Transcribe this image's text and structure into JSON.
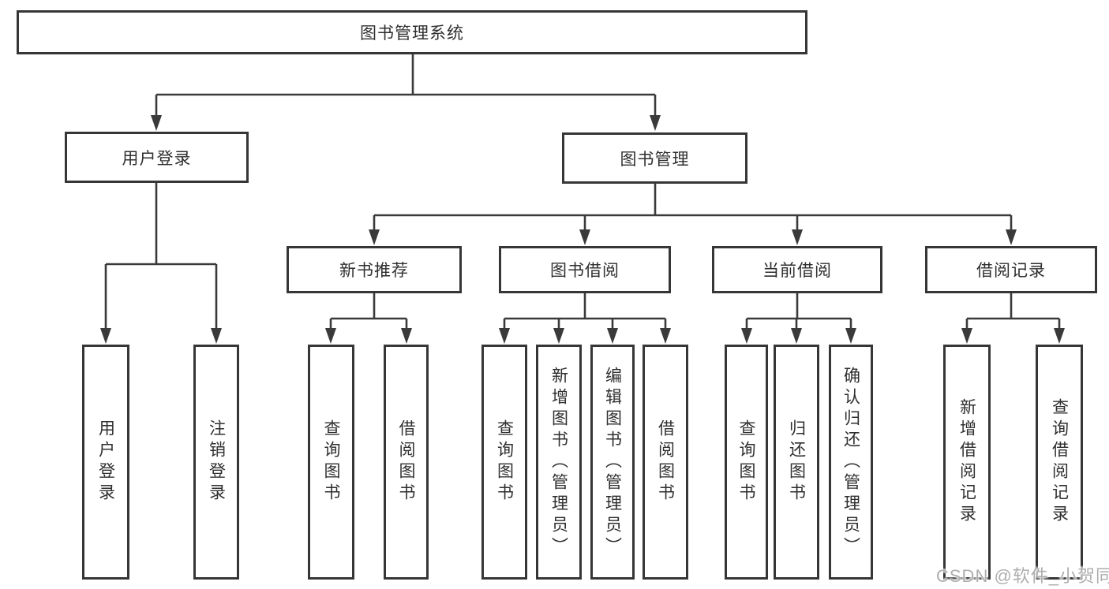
{
  "diagram": {
    "type": "hierarchy-flowchart",
    "colors": {
      "background": "#ffffff",
      "box_border": "#363636",
      "line": "#3a3a3a",
      "text": "#2f2f2f",
      "watermark": "#aeaeae"
    }
  },
  "tree": {
    "label": "图书管理系统",
    "children": [
      {
        "label": "用户登录",
        "children": [
          {
            "label": "用户登录"
          },
          {
            "label": "注销登录"
          }
        ]
      },
      {
        "label": "图书管理",
        "children": [
          {
            "label": "新书推荐",
            "children": [
              {
                "label": "查询图书"
              },
              {
                "label": "借阅图书"
              }
            ]
          },
          {
            "label": "图书借阅",
            "children": [
              {
                "label": "查询图书"
              },
              {
                "label": "新增图书（管理员）"
              },
              {
                "label": "编辑图书（管理员）"
              },
              {
                "label": "借阅图书"
              }
            ]
          },
          {
            "label": "当前借阅",
            "children": [
              {
                "label": "查询图书"
              },
              {
                "label": "归还图书"
              },
              {
                "label": "确认归还（管理员）"
              }
            ]
          },
          {
            "label": "借阅记录",
            "children": [
              {
                "label": "新增借阅记录"
              },
              {
                "label": "查询借阅记录"
              }
            ]
          }
        ]
      }
    ]
  },
  "watermark": {
    "text": "CSDN @软件_小贺同学"
  }
}
